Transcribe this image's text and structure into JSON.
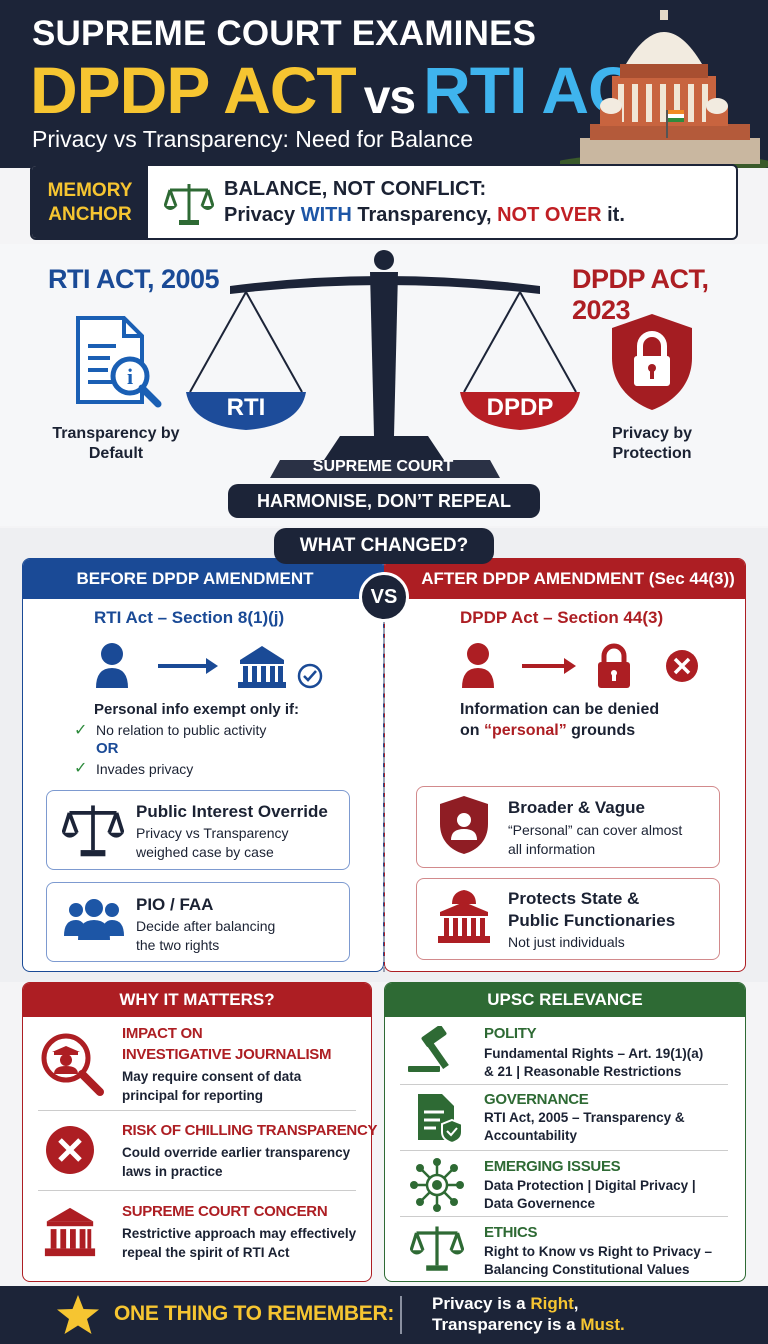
{
  "header": {
    "line1": "SUPREME COURT EXAMINES",
    "dpdp": "DPDP ACT",
    "vs": "vs",
    "rti": "RTI ACT",
    "subtitle": "Privacy vs Transparency: Need for Balance"
  },
  "memory": {
    "label1": "MEMORY",
    "label2": "ANCHOR",
    "line1": "BALANCE, NOT CONFLICT:",
    "p1": "Privacy ",
    "with": "WITH",
    "p2": " Transparency, ",
    "notover": "NOT OVER",
    "p3": " it."
  },
  "scale": {
    "rti_title": "RTI ACT, 2005",
    "dpdp_title": "DPDP ACT, 2023",
    "rti_pan": "RTI",
    "dpdp_pan": "DPDP",
    "rti_cap1": "Transparency by",
    "rti_cap2": "Default",
    "dpdp_cap1": "Privacy by",
    "dpdp_cap2": "Protection",
    "base_label": "SUPREME COURT",
    "base_pill": "HARMONISE, DON’T REPEAL"
  },
  "changed": {
    "title": "WHAT CHANGED?",
    "vs": "VS",
    "before": {
      "header": "BEFORE DPDP AMENDMENT",
      "section": "RTI Act – Section 8(1)(j)",
      "exempt": "Personal info exempt only if:",
      "c1": "No relation to public activity",
      "or": "OR",
      "c2": "Invades privacy",
      "box1_title": "Public Interest Override",
      "box1_l1": "Privacy vs Transparency",
      "box1_l2": "weighed case by case",
      "box2_title": "PIO / FAA",
      "box2_l1": "Decide after balancing",
      "box2_l2": "the two rights"
    },
    "after": {
      "header": "AFTER DPDP AMENDMENT (Sec 44(3))",
      "section": "DPDP Act – Section 44(3)",
      "denied1": "Information can be denied",
      "denied2a": "on ",
      "personal": "“personal”",
      "denied2b": " grounds",
      "box1_title": "Broader & Vague",
      "box1_l1": "“Personal” can cover almost",
      "box1_l2": "all information",
      "box2_t1": "Protects State &",
      "box2_t2": "Public Functionaries",
      "box2_l1": "Not just individuals"
    }
  },
  "why": {
    "header": "WHY IT MATTERS?",
    "items": [
      {
        "t1": "IMPACT ON",
        "t2": "INVESTIGATIVE JOURNALISM",
        "s1": "May require consent of data",
        "s2": "principal for reporting"
      },
      {
        "t1": "RISK OF CHILLING TRANSPARENCY",
        "s1": "Could override earlier transparency",
        "s2": "laws in practice"
      },
      {
        "t1": "SUPREME COURT CONCERN",
        "s1": "Restrictive approach may effectively",
        "s2": "repeal the spirit of RTI Act"
      }
    ]
  },
  "upsc": {
    "header": "UPSC RELEVANCE",
    "items": [
      {
        "t": "POLITY",
        "s1": "Fundamental Rights – Art. 19(1)(a)",
        "s2": "& 21 | Reasonable Restrictions"
      },
      {
        "t": "GOVERNANCE",
        "s1": "RTI Act, 2005 – Transparency &",
        "s2": "Accountability"
      },
      {
        "t": "EMERGING ISSUES",
        "s1": "Data Protection | Digital Privacy |",
        "s2": "Data Governence"
      },
      {
        "t": "ETHICS",
        "s1": "Right to Know vs Right to Privacy –",
        "s2": "Balancing Constitutional Values"
      }
    ]
  },
  "footer": {
    "label": "ONE THING TO REMEMBER:",
    "l1a": "Privacy is a ",
    "right": "Right",
    "l1b": ",",
    "l2a": "Transparency is a ",
    "must": "Must."
  },
  "colors": {
    "navy": "#1c2438",
    "yellow": "#f6c531",
    "blue": "#1a4a96",
    "red": "#ad1e23",
    "green": "#2e6a34"
  }
}
